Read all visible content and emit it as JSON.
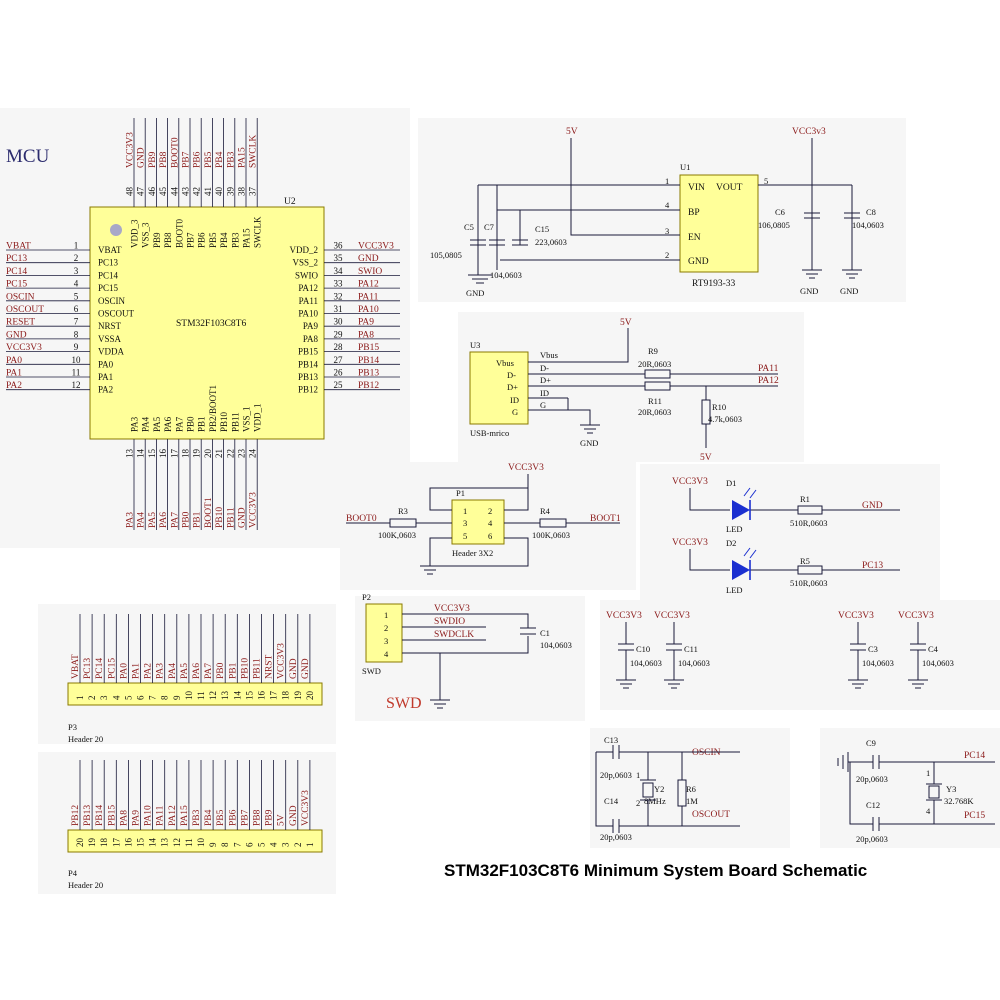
{
  "page": {
    "section_mcu": "MCU",
    "title": "STM32F103C8T6 Minimum System Board Schematic"
  },
  "colors": {
    "chip_fill": "#ffff99",
    "net_label": "#8b1a1a",
    "wire": "#1a1a3a",
    "swd_label": "#c0392b",
    "led": "#1a2fd0",
    "panel": "#f6f6f6"
  },
  "mcu": {
    "ref": "U2",
    "part": "STM32F103C8T6",
    "left_pins": [
      {
        "num": "1",
        "name": "VBAT",
        "net": "VBAT"
      },
      {
        "num": "2",
        "name": "PC13",
        "net": "PC13"
      },
      {
        "num": "3",
        "name": "PC14",
        "net": "PC14"
      },
      {
        "num": "4",
        "name": "PC15",
        "net": "PC15"
      },
      {
        "num": "5",
        "name": "OSCIN",
        "net": "OSCIN"
      },
      {
        "num": "6",
        "name": "OSCOUT",
        "net": "OSCOUT"
      },
      {
        "num": "7",
        "name": "NRST",
        "net": "RESET"
      },
      {
        "num": "8",
        "name": "VSSA",
        "net": "GND"
      },
      {
        "num": "9",
        "name": "VDDA",
        "net": "VCC3V3"
      },
      {
        "num": "10",
        "name": "PA0",
        "net": "PA0"
      },
      {
        "num": "11",
        "name": "PA1",
        "net": "PA1"
      },
      {
        "num": "12",
        "name": "PA2",
        "net": "PA2"
      }
    ],
    "right_pins": [
      {
        "num": "36",
        "name": "VDD_2",
        "net": "VCC3V3"
      },
      {
        "num": "35",
        "name": "VSS_2",
        "net": "GND"
      },
      {
        "num": "34",
        "name": "SWIO",
        "net": "SWIO"
      },
      {
        "num": "33",
        "name": "PA12",
        "net": "PA12"
      },
      {
        "num": "32",
        "name": "PA11",
        "net": "PA11"
      },
      {
        "num": "31",
        "name": "PA10",
        "net": "PA10"
      },
      {
        "num": "30",
        "name": "PA9",
        "net": "PA9"
      },
      {
        "num": "29",
        "name": "PA8",
        "net": "PA8"
      },
      {
        "num": "28",
        "name": "PB15",
        "net": "PB15"
      },
      {
        "num": "27",
        "name": "PB14",
        "net": "PB14"
      },
      {
        "num": "26",
        "name": "PB13",
        "net": "PB13"
      },
      {
        "num": "25",
        "name": "PB12",
        "net": "PB12"
      }
    ],
    "top_pins": [
      {
        "num": "48",
        "name": "VDD_3",
        "net": "VCC3V3"
      },
      {
        "num": "47",
        "name": "VSS_3",
        "net": "GND"
      },
      {
        "num": "46",
        "name": "PB9",
        "net": "PB9"
      },
      {
        "num": "45",
        "name": "PB8",
        "net": "PB8"
      },
      {
        "num": "44",
        "name": "BOOT0",
        "net": "BOOT0"
      },
      {
        "num": "43",
        "name": "PB7",
        "net": "PB7"
      },
      {
        "num": "42",
        "name": "PB6",
        "net": "PB6"
      },
      {
        "num": "41",
        "name": "PB5",
        "net": "PB5"
      },
      {
        "num": "40",
        "name": "PB4",
        "net": "PB4"
      },
      {
        "num": "39",
        "name": "PB3",
        "net": "PB3"
      },
      {
        "num": "38",
        "name": "PA15",
        "net": "PA15"
      },
      {
        "num": "37",
        "name": "SWCLK",
        "net": "SWCLK"
      }
    ],
    "bottom_pins": [
      {
        "num": "13",
        "name": "PA3",
        "net": "PA3"
      },
      {
        "num": "14",
        "name": "PA4",
        "net": "PA4"
      },
      {
        "num": "15",
        "name": "PA5",
        "net": "PA5"
      },
      {
        "num": "16",
        "name": "PA6",
        "net": "PA6"
      },
      {
        "num": "17",
        "name": "PA7",
        "net": "PA7"
      },
      {
        "num": "18",
        "name": "PB0",
        "net": "PB0"
      },
      {
        "num": "19",
        "name": "PB1",
        "net": "PB1"
      },
      {
        "num": "20",
        "name": "PB2/BOOT1",
        "net": "BOOT1"
      },
      {
        "num": "21",
        "name": "PB10",
        "net": "PB10"
      },
      {
        "num": "22",
        "name": "PB11",
        "net": "PB11"
      },
      {
        "num": "23",
        "name": "VSS_1",
        "net": "GND"
      },
      {
        "num": "24",
        "name": "VDD_1",
        "net": "VCC3V3"
      }
    ]
  },
  "regulator": {
    "ref": "U1",
    "part": "RT9193-33",
    "pins": [
      {
        "num": "1",
        "name": "VIN"
      },
      {
        "num": "4",
        "name": "BP"
      },
      {
        "num": "3",
        "name": "EN"
      },
      {
        "num": "2",
        "name": "GND"
      },
      {
        "num": "5",
        "name": "VOUT"
      }
    ],
    "in_net": "5V",
    "out_net": "VCC3v3",
    "c5": {
      "ref": "C5",
      "value": "105,0805"
    },
    "c7": {
      "ref": "C7",
      "value": "104,0603"
    },
    "c15": {
      "ref": "C15",
      "value": "223,0603"
    },
    "c6": {
      "ref": "C6",
      "value": "106,0805"
    },
    "c8": {
      "ref": "C8",
      "value": "104,0603"
    },
    "gnd": "GND"
  },
  "usb": {
    "ref": "U3",
    "part": "USB-mrico",
    "pins": [
      "Vbus",
      "D-",
      "D+",
      "ID",
      "G"
    ],
    "nets": [
      "Vbus",
      "D-",
      "D+",
      "ID",
      "G"
    ],
    "vbus_net": "5V",
    "r9": {
      "ref": "R9",
      "value": "20R,0603"
    },
    "r11": {
      "ref": "R11",
      "value": "20R,0603"
    },
    "r10": {
      "ref": "R10",
      "value": "4.7k,0603"
    },
    "out_dminus": "PA11",
    "out_dplus": "PA12",
    "pullup_net": "5V",
    "gnd": "GND"
  },
  "boot": {
    "ref": "P1",
    "part": "Header 3X2",
    "pins": [
      "1",
      "2",
      "3",
      "4",
      "5",
      "6"
    ],
    "vcc": "VCC3V3",
    "r3": {
      "ref": "R3",
      "value": "100K,0603"
    },
    "r4": {
      "ref": "R4",
      "value": "100K,0603"
    },
    "left_net": "BOOT0",
    "right_net": "BOOT1"
  },
  "leds": [
    {
      "vcc": "VCC3V3",
      "ref": "D1",
      "type": "LED",
      "r_ref": "R1",
      "r_value": "510R,0603",
      "net": "GND"
    },
    {
      "vcc": "VCC3V3",
      "ref": "D2",
      "type": "LED",
      "r_ref": "R5",
      "r_value": "510R,0603",
      "net": "PC13"
    }
  ],
  "swd": {
    "ref": "P2",
    "part": "SWD",
    "pins": [
      "1",
      "2",
      "3",
      "4"
    ],
    "nets": [
      "VCC3V3",
      "SWDIO",
      "SWDCLK"
    ],
    "c1": {
      "ref": "C1",
      "value": "104,0603"
    },
    "label": "SWD"
  },
  "decoupling": [
    {
      "vcc": "VCC3V3",
      "ref": "C10",
      "value": "104,0603"
    },
    {
      "vcc": "VCC3V3",
      "ref": "C11",
      "value": "104,0603"
    },
    {
      "vcc": "VCC3V3",
      "ref": "C3",
      "value": "104,0603"
    },
    {
      "vcc": "VCC3V3",
      "ref": "C4",
      "value": "104,0603"
    }
  ],
  "crystal_hs": {
    "c13": {
      "ref": "C13",
      "value": "20p,0603"
    },
    "c14": {
      "ref": "C14",
      "value": "20p,0603"
    },
    "y2": {
      "ref": "Y2",
      "value": "8MHz"
    },
    "r6": {
      "ref": "R6",
      "value": "1M"
    },
    "in_net": "OSCIN",
    "out_net": "OSCOUT",
    "pin1": "1",
    "pin2": "2"
  },
  "crystal_ls": {
    "c9": {
      "ref": "C9",
      "value": "20p,0603"
    },
    "c12": {
      "ref": "C12",
      "value": "20p,0603"
    },
    "y3": {
      "ref": "Y3",
      "value": "32.768K"
    },
    "in_net": "PC14",
    "out_net": "PC15",
    "pin1": "1",
    "pin4": "4"
  },
  "p3": {
    "ref": "P3",
    "part": "Header 20",
    "nets": [
      "VBAT",
      "PC13",
      "PC14",
      "PC15",
      "PA0",
      "PA1",
      "PA2",
      "PA3",
      "PA4",
      "PA5",
      "PA6",
      "PA7",
      "PB0",
      "PB1",
      "PB10",
      "PB11",
      "NRST",
      "VCC3V3",
      "GND",
      "GND"
    ],
    "pins": [
      "1",
      "2",
      "3",
      "4",
      "5",
      "6",
      "7",
      "8",
      "9",
      "10",
      "11",
      "12",
      "13",
      "14",
      "15",
      "16",
      "17",
      "18",
      "19",
      "20"
    ]
  },
  "p4": {
    "ref": "P4",
    "part": "Header 20",
    "nets": [
      "PB12",
      "PB13",
      "PB14",
      "PB15",
      "PA8",
      "PA9",
      "PA10",
      "PA11",
      "PA12",
      "PA15",
      "PB3",
      "PB4",
      "PB5",
      "PB6",
      "PB7",
      "PB8",
      "PB9",
      "5V",
      "GND",
      "VCC3V3"
    ],
    "pins": [
      "20",
      "19",
      "18",
      "17",
      "16",
      "15",
      "14",
      "13",
      "12",
      "11",
      "10",
      "9",
      "8",
      "7",
      "6",
      "5",
      "4",
      "3",
      "2",
      "1"
    ]
  }
}
